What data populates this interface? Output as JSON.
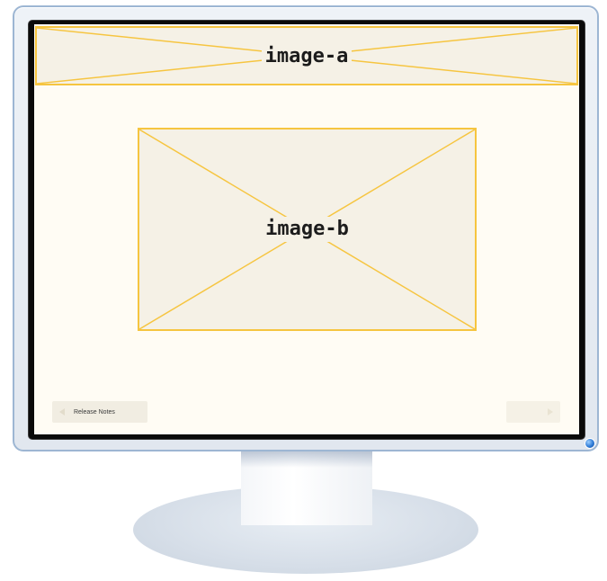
{
  "screen": {
    "image_a": {
      "label": "image-a"
    },
    "image_b": {
      "label": "image-b"
    },
    "nav": {
      "prev_label": "Release Notes",
      "next_label": ""
    }
  },
  "colors": {
    "screen_background": "#fffcf4",
    "placeholder_fill": "#f5f1e6",
    "placeholder_stroke": "#f6c540",
    "bezel": "#e1e7ef",
    "bezel_border": "#9db6d3",
    "power_led": "#2d7ad6"
  },
  "icons": {
    "prev": "left-triangle-icon",
    "next": "right-triangle-icon",
    "power": "power-led-icon"
  }
}
